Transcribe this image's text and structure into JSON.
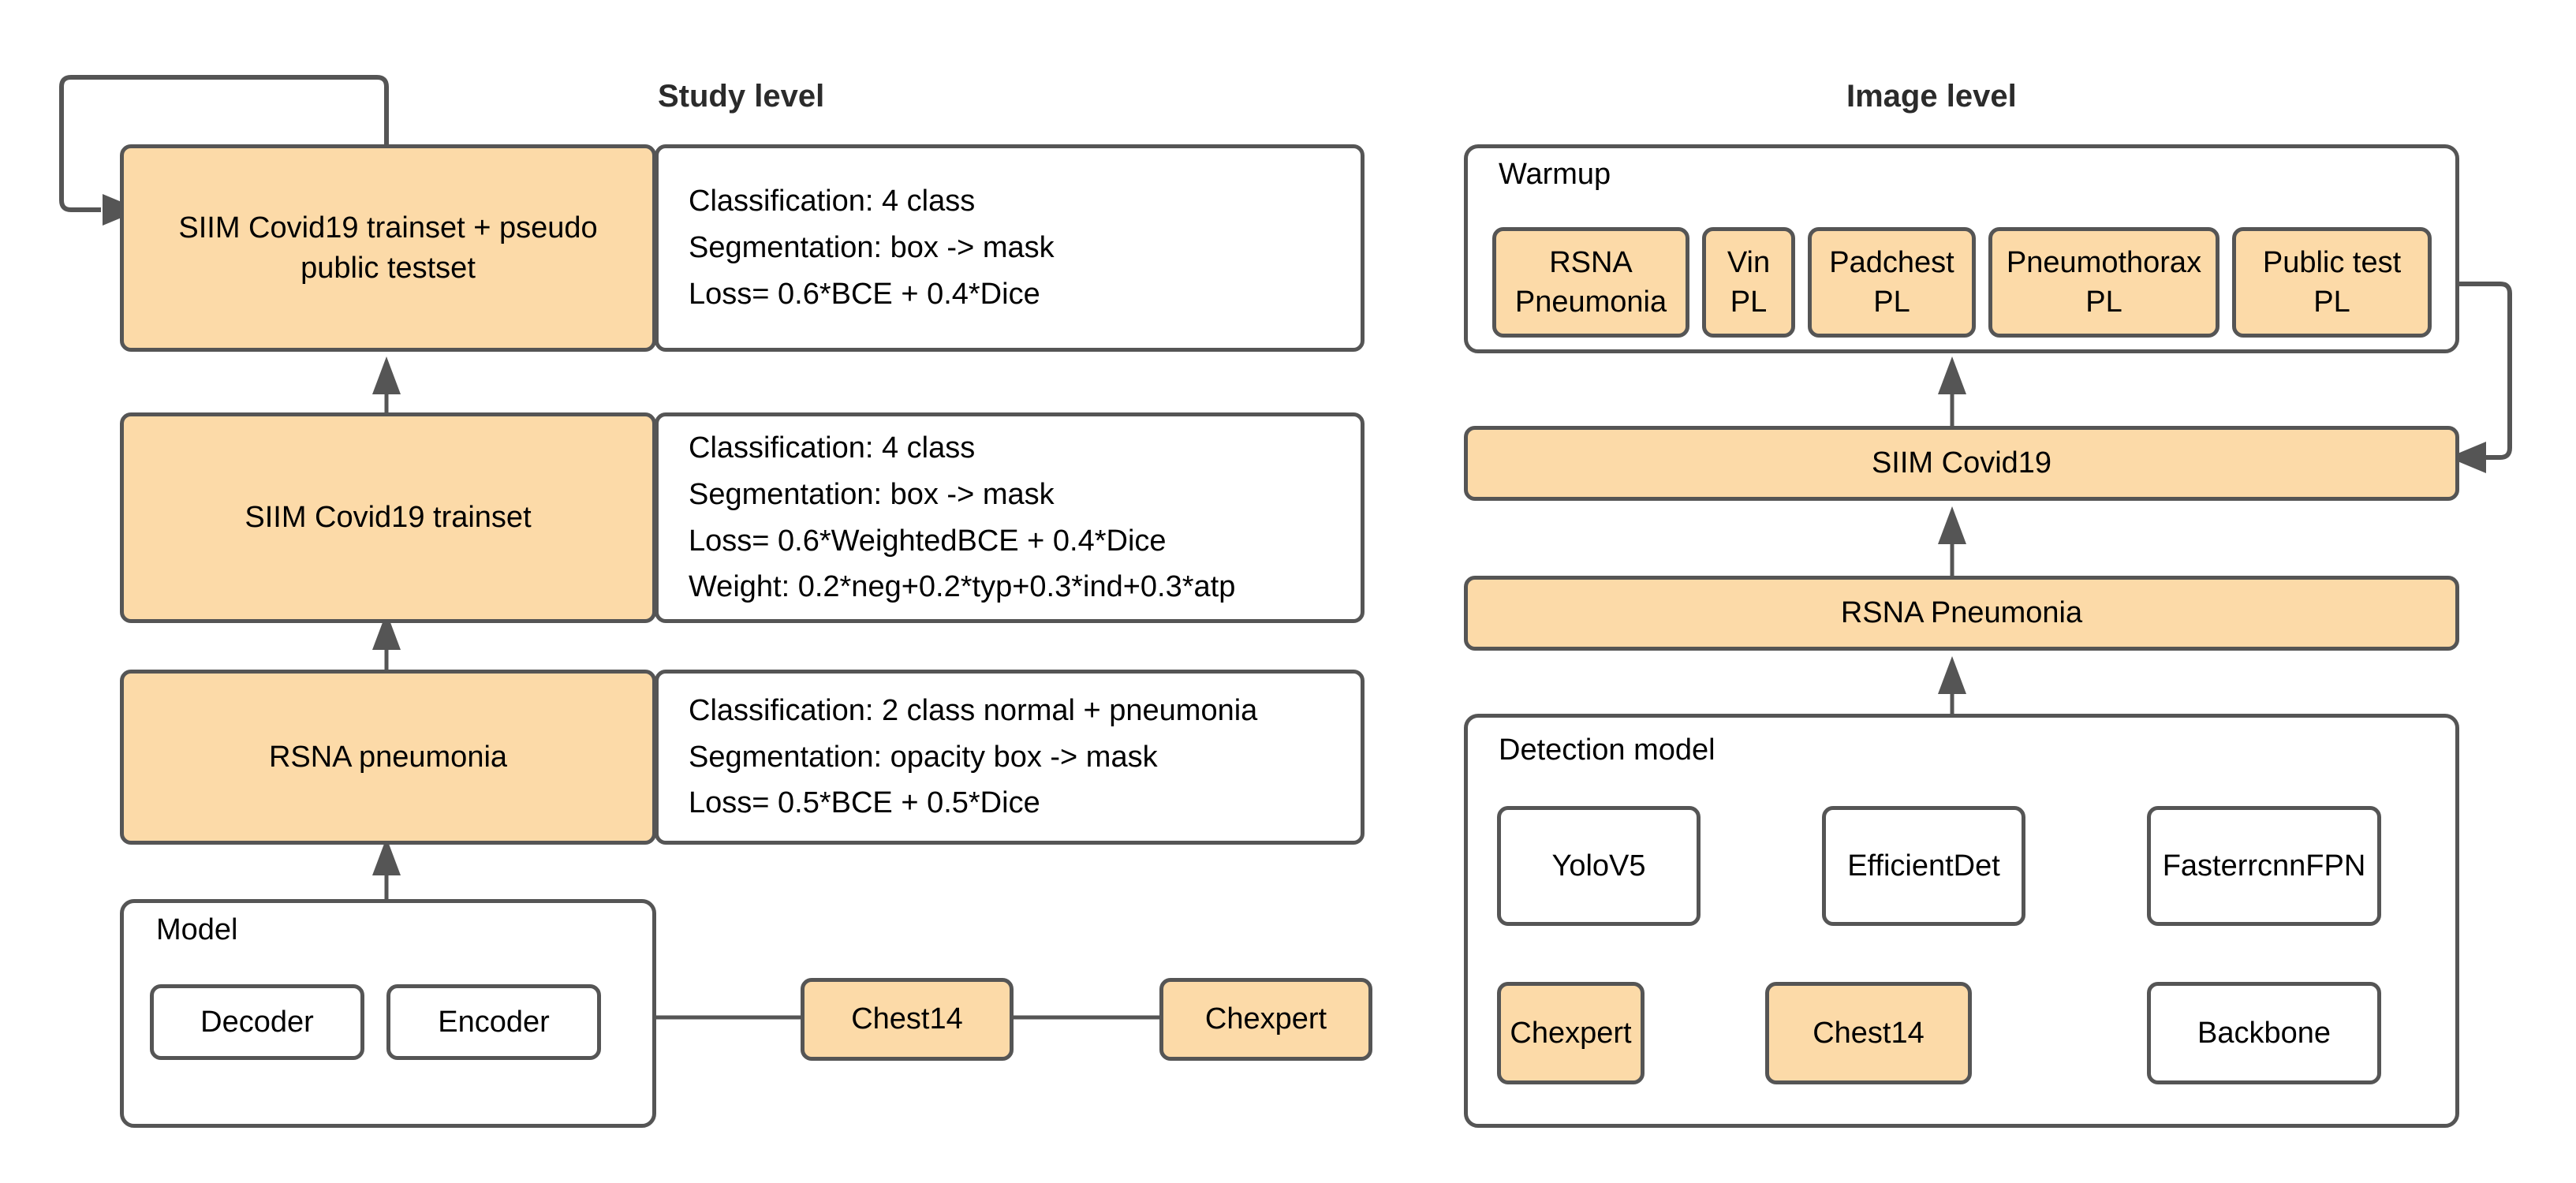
{
  "titles": {
    "study_level": "Study level",
    "image_level": "Image level"
  },
  "study_level": {
    "stages": [
      {
        "name": "SIIM Covid19 trainset + pseudo public testset",
        "details": [
          "Classification: 4 class",
          "Segmentation: box -> mask",
          "Loss= 0.6*BCE + 0.4*Dice"
        ]
      },
      {
        "name": "SIIM Covid19 trainset",
        "details": [
          "Classification: 4 class",
          "Segmentation: box -> mask",
          "Loss= 0.6*WeightedBCE + 0.4*Dice",
          "Weight: 0.2*neg+0.2*typ+0.3*ind+0.3*atp"
        ]
      },
      {
        "name": "RSNA pneumonia",
        "details": [
          "Classification: 2 class normal + pneumonia",
          "Segmentation: opacity box -> mask",
          "Loss= 0.5*BCE + 0.5*Dice"
        ]
      }
    ],
    "model_group": {
      "label": "Model",
      "parts": [
        "Decoder",
        "Encoder"
      ]
    },
    "pretrain_chain": [
      "Chest14",
      "Chexpert"
    ]
  },
  "image_level": {
    "warmup_group": {
      "label": "Warmup",
      "items": [
        "RSNA\nPneumonia",
        "Vin\nPL",
        "Padchest\nPL",
        "Pneumothorax\nPL",
        "Public test\nPL"
      ]
    },
    "stages": [
      "SIIM Covid19",
      "RSNA Pneumonia"
    ],
    "detection_group": {
      "label": "Detection model",
      "detectors": [
        "YoloV5",
        "EfficientDet",
        "FasterrcnnFPN"
      ],
      "backbone_chain": [
        "Chexpert",
        "Chest14",
        "Backbone"
      ]
    }
  },
  "colors": {
    "node_fill_orange": "#FCDAA8",
    "node_fill_white": "#FFFFFF",
    "stroke": "#555555",
    "text": "#000000",
    "title_text": "#2B2B2B"
  }
}
